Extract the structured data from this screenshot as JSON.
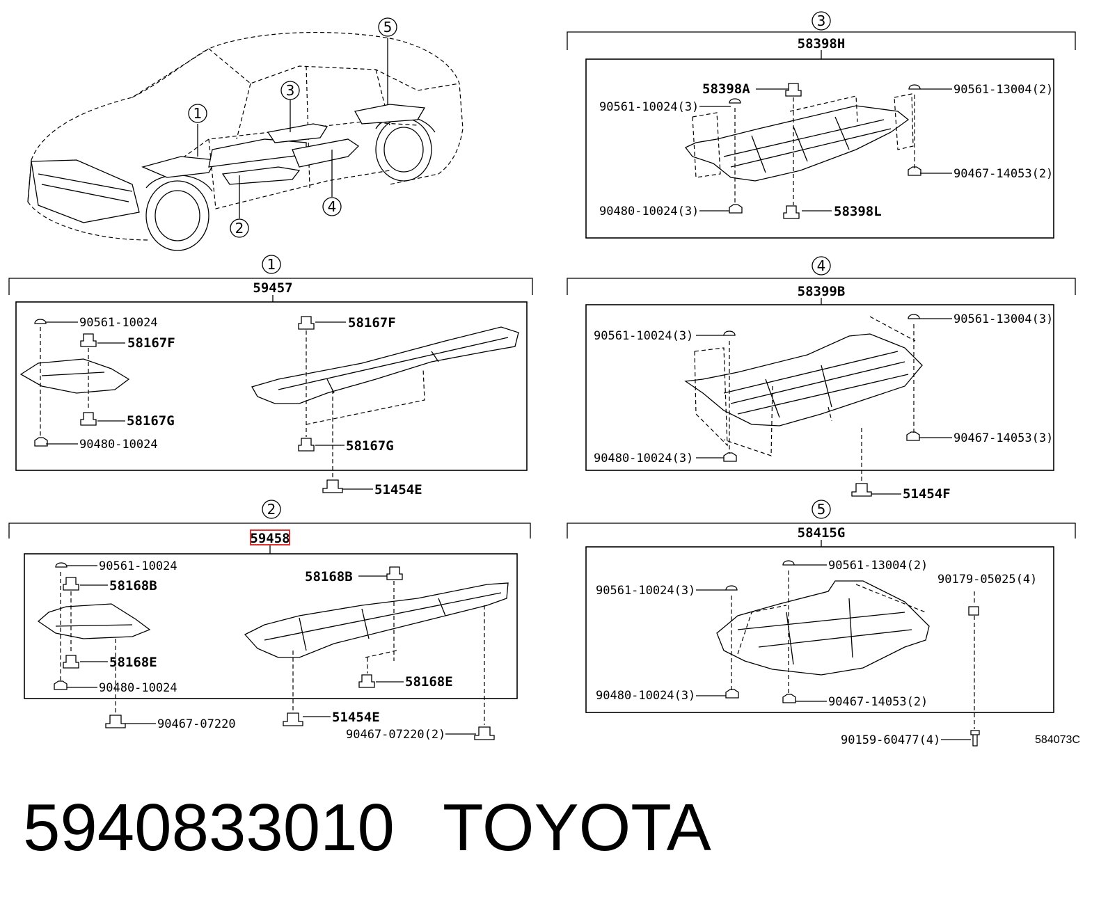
{
  "car": {
    "callouts": [
      "1",
      "2",
      "3",
      "4",
      "5"
    ]
  },
  "group1": {
    "circle": "1",
    "title": "59457",
    "labels": [
      "90561-10024",
      "58167F",
      "58167G",
      "90480-10024",
      "58167F",
      "58167G",
      "51454E"
    ]
  },
  "group2": {
    "circle": "2",
    "title": "59458",
    "labels": [
      "90561-10024",
      "58168B",
      "58168E",
      "90480-10024",
      "58168B",
      "58168E",
      "90467-07220",
      "51454E",
      "90467-07220(2)"
    ]
  },
  "group3": {
    "circle": "3",
    "title": "58398H",
    "labels": [
      "58398A",
      "90561-10024(3)",
      "90561-13004(2)",
      "90467-14053(2)",
      "90480-10024(3)",
      "58398L"
    ]
  },
  "group4": {
    "circle": "4",
    "title": "58399B",
    "labels": [
      "90561-10024(3)",
      "90561-13004(3)",
      "90467-14053(3)",
      "90480-10024(3)",
      "51454F"
    ]
  },
  "group5": {
    "circle": "5",
    "title": "58415G",
    "labels": [
      "90561-13004(2)",
      "90561-10024(3)",
      "90179-05025(4)",
      "90480-10024(3)",
      "90467-14053(2)",
      "90159-60477(4)"
    ]
  },
  "diagram_ref": "584073C",
  "footer": {
    "part_number": "5940833010",
    "brand": "TOYOTA"
  },
  "colors": {
    "highlight": "#e03030",
    "ink": "#000000"
  }
}
